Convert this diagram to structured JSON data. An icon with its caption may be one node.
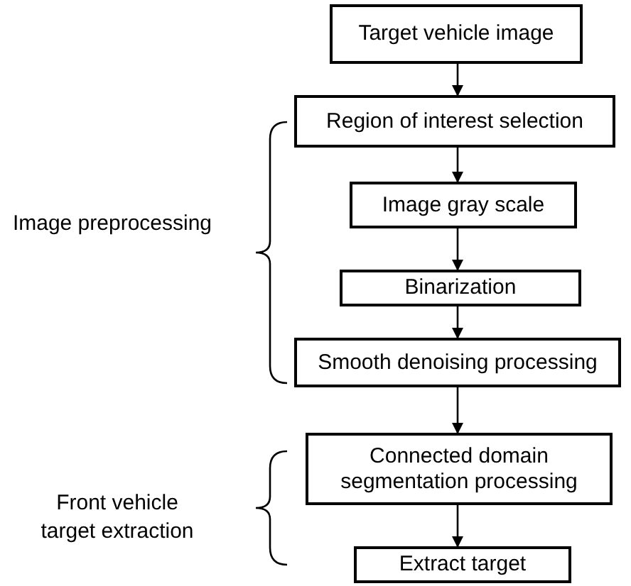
{
  "diagram": {
    "nodes": [
      {
        "text": [
          "Target vehicle image"
        ]
      },
      {
        "text": [
          "Region of interest selection"
        ]
      },
      {
        "text": [
          "Image gray scale"
        ]
      },
      {
        "text": [
          "Binarization"
        ]
      },
      {
        "text": [
          "Smooth denoising processing"
        ]
      },
      {
        "text": [
          "Connected domain segmentation processing"
        ]
      },
      {
        "text": [
          "Extract target"
        ]
      }
    ],
    "edges": [
      {
        "from": 0,
        "to": 1,
        "arrow": "to"
      },
      {
        "from": 1,
        "to": 2,
        "arrow": "to"
      },
      {
        "from": 2,
        "to": 3,
        "arrow": "to"
      },
      {
        "from": 3,
        "to": 4,
        "arrow": "to"
      },
      {
        "from": 4,
        "to": 5,
        "arrow": "to"
      },
      {
        "from": 5,
        "to": 6,
        "arrow": "to"
      }
    ],
    "labels": [
      "Image preprocessing",
      "Front vehicle target extraction"
    ]
  }
}
